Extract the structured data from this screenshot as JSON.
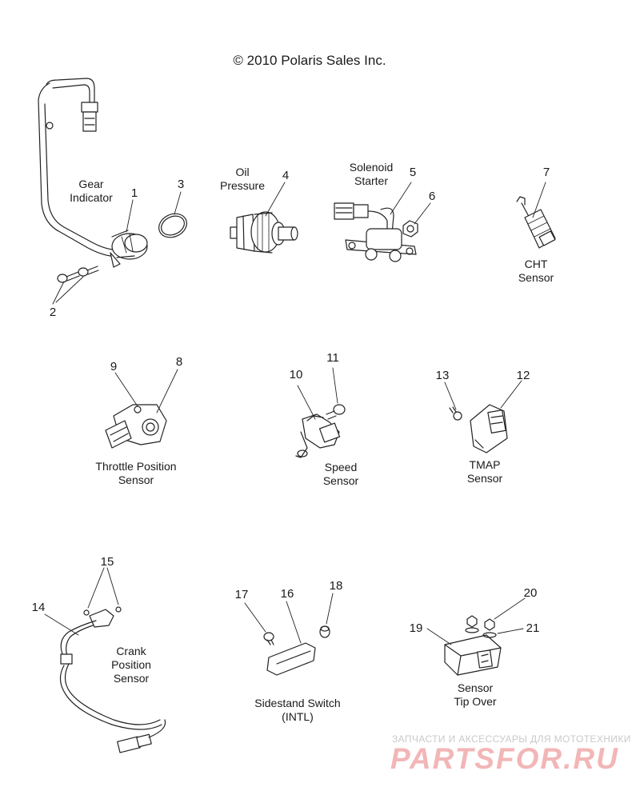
{
  "copyright": "© 2010 Polaris Sales Inc.",
  "labels": {
    "gear_indicator": [
      "Gear",
      "Indicator"
    ],
    "oil_pressure": [
      "Oil",
      "Pressure"
    ],
    "solenoid_starter": [
      "Solenoid",
      "Starter"
    ],
    "cht_sensor": [
      "CHT",
      "Sensor"
    ],
    "throttle_position_sensor": [
      "Throttle Position",
      "Sensor"
    ],
    "speed_sensor": [
      "Speed",
      "Sensor"
    ],
    "tmap_sensor": [
      "TMAP",
      "Sensor"
    ],
    "crank_position_sensor": [
      "Crank",
      "Position",
      "Sensor"
    ],
    "sidestand_switch": [
      "Sidestand Switch",
      "(INTL)"
    ],
    "sensor_tip_over": [
      "Sensor",
      "Tip Over"
    ]
  },
  "callouts": [
    "1",
    "2",
    "3",
    "4",
    "5",
    "6",
    "7",
    "8",
    "9",
    "10",
    "11",
    "12",
    "13",
    "14",
    "15",
    "16",
    "17",
    "18",
    "19",
    "20",
    "21"
  ],
  "watermark": {
    "caption": "ЗАПЧАСТИ И АКСЕССУАРЫ ДЛЯ МОТОТЕХНИКИ",
    "logo": "PARTSFOR.RU"
  }
}
